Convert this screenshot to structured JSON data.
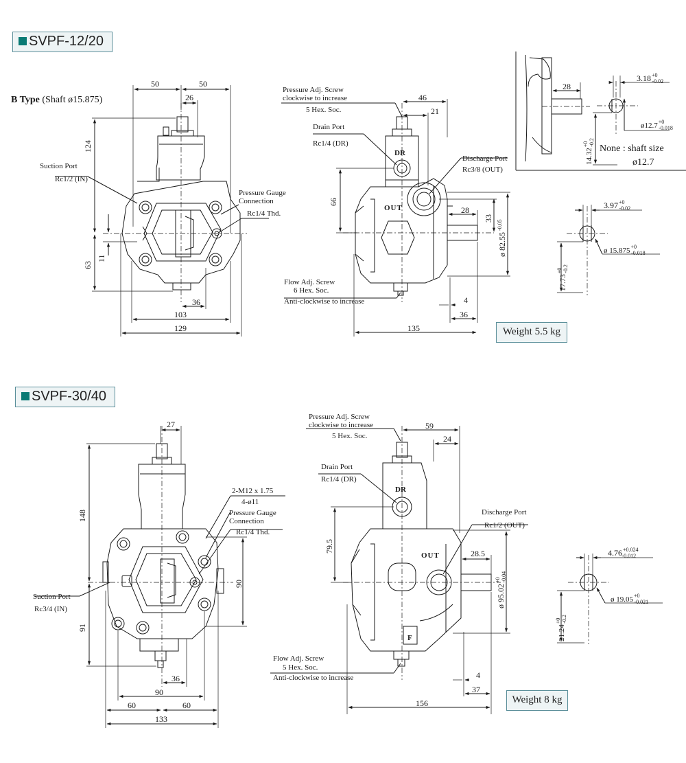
{
  "sections": [
    {
      "title": "SVPF-12/20",
      "subtitle_bold": "B Type",
      "subtitle_rest": " (Shaft ø15.875)",
      "weight": "Weight 5.5 kg",
      "front_labels": {
        "suction_1": "Suction Port",
        "suction_2": "Rc1/2 (IN)",
        "gauge_1": "Pressure Gauge",
        "gauge_2": "Connection",
        "gauge_3": "Rc1/4 Thd."
      },
      "front_dims": {
        "d50a": "50",
        "d50b": "50",
        "d26": "26",
        "d124": "124",
        "d11": "11",
        "d63": "63",
        "d36": "36",
        "d103": "103",
        "d129": "129"
      },
      "side_labels": {
        "adj_1": "Pressure Adj. Screw",
        "adj_2": "clockwise to increase",
        "adj_3": "5 Hex. Soc.",
        "drain_1": "Drain Port",
        "drain_2": "Rc1/4 (DR)",
        "dis_1": "Discharge Port",
        "dis_2": "Rc3/8 (OUT)",
        "flow_1": "Flow Adj. Screw",
        "flow_2": "6 Hex. Soc.",
        "flow_3": "Anti-clockwise to increase",
        "dr": "DR",
        "out": "OUT"
      },
      "side_dims": {
        "d46": "46",
        "d21": "21",
        "d66": "66",
        "d28": "28",
        "d33": "33",
        "d8255": "ø 82.55",
        "d8255_tol": "-0.05",
        "d4": "4",
        "d36": "36",
        "d135": "135"
      },
      "shaft_none": {
        "d28": "28",
        "d318": "3.18",
        "d318_tol_top": "+0",
        "d318_tol_bot": "-0.02",
        "d127": "ø12.7",
        "d127_tol_top": "+0",
        "d127_tol_bot": "-0.018",
        "d1432": "14.32",
        "d1432_tol_top": "+0",
        "d1432_tol_bot": "-0.2",
        "note_1": "None : shaft size",
        "note_2": "ø12.7"
      },
      "shaft_b": {
        "d397": "3.97",
        "d397_tol_top": "+0",
        "d397_tol_bot": "-0.02",
        "d15875": "ø 15.875",
        "d15875_tol_top": "+0",
        "d15875_tol_bot": "-0.018",
        "d1773": "17.73",
        "d1773_tol_top": "+0",
        "d1773_tol_bot": "-0.2"
      }
    },
    {
      "title": "SVPF-30/40",
      "weight": "Weight 8 kg",
      "front_labels": {
        "bolt_1": "2-M12 x 1.75",
        "bolt_2": "4-ø11",
        "gauge_1": "Pressure Gauge",
        "gauge_2": "Connection",
        "gauge_3": "Rc1/4 Thd.",
        "suction_1": "Suction Port",
        "suction_2": "Rc3/4 (IN)"
      },
      "front_dims": {
        "d27": "27",
        "d148": "148",
        "d90v": "90",
        "d91": "91",
        "d36": "36",
        "d90h": "90",
        "d60a": "60",
        "d60b": "60",
        "d133": "133"
      },
      "side_labels": {
        "adj_1": "Pressure Adj. Screw",
        "adj_2": "clockwise to increase",
        "adj_3": "5 Hex. Soc.",
        "drain_1": "Drain Port",
        "drain_2": "Rc1/4 (DR)",
        "dis_1": "Discharge Port",
        "dis_2": "Rc1/2 (OUT)",
        "flow_1": "Flow Adj. Screw",
        "flow_2": "5 Hex. Soc.",
        "flow_3": "Anti-clockwise to increase",
        "dr": "DR",
        "out": "OUT",
        "f": "F"
      },
      "side_dims": {
        "d59": "59",
        "d24": "24",
        "d795": "79.5",
        "d285": "28.5",
        "d9502": "ø 95.02",
        "d9502_tol_top": "+0",
        "d9502_tol_bot": "-0.04",
        "d4": "4",
        "d37": "37",
        "d156": "156"
      },
      "shaft": {
        "d476": "4.76",
        "d476_tol_top": "+0.024",
        "d476_tol_bot": "-0.012",
        "d1905": "ø 19.05",
        "d1905_tol_top": "+0",
        "d1905_tol_bot": "-0.021",
        "d2124": "21.24",
        "d2124_tol_top": "+0",
        "d2124_tol_bot": "-0.2"
      }
    }
  ]
}
